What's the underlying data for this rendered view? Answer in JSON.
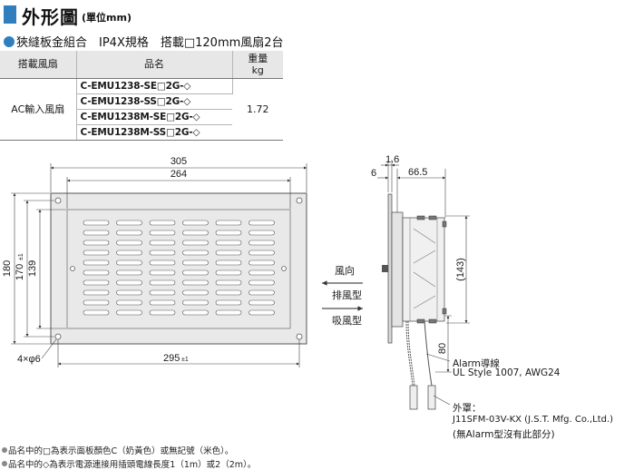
{
  "header": {
    "title": "外形圖",
    "unit": "(單位mm)"
  },
  "subtitle": {
    "text": "狹縫板金組合　IP4X規格　搭載□120mm風扇2台"
  },
  "table": {
    "headers": [
      "搭載風扇",
      "品名",
      "重量\nkg"
    ],
    "fan": "AC輸入風扇",
    "models": [
      "C-EMU1238-SE□2G-◇",
      "C-EMU1238-SS□2G-◇",
      "C-EMU1238M-SE□2G-◇",
      "C-EMU1238M-SS□2G-◇"
    ],
    "weight": "1.72"
  },
  "front_view": {
    "dim_305": "305",
    "dim_264": "264",
    "dim_180": "180",
    "dim_170": "170",
    "dim_170_tol": "±1",
    "dim_139": "139",
    "dim_295": "295",
    "dim_295_tol": "±1",
    "holes": "4×φ6"
  },
  "side_view": {
    "dim_1_6": "1.6",
    "dim_6": "6",
    "dim_66_5": "66.5",
    "dim_143": "(143)",
    "dim_80": "80"
  },
  "airflow": {
    "direction_title": "風向",
    "exhaust": "排風型",
    "intake": "吸風型"
  },
  "wiring": {
    "alarm_line1": "Alarm導線",
    "alarm_line2": "UL Style 1007, AWG24",
    "housing_title": "外罩：",
    "housing_line1": "J11SFM-03V-KX (J.S.T. Mfg. Co.,Ltd.)",
    "housing_line2": "(無Alarm型沒有此部分)"
  },
  "notes": [
    "品名中的□為表示面板顏色C（奶黃色）或無記號（米色）。",
    "品名中的◇為表示電源連接用插頭電線長度1（1m）或2（2m）。"
  ],
  "colors": {
    "accent": "#2f7fbf",
    "table_header": "#e7e7e7",
    "panel_fill": "#e9e9e9"
  }
}
